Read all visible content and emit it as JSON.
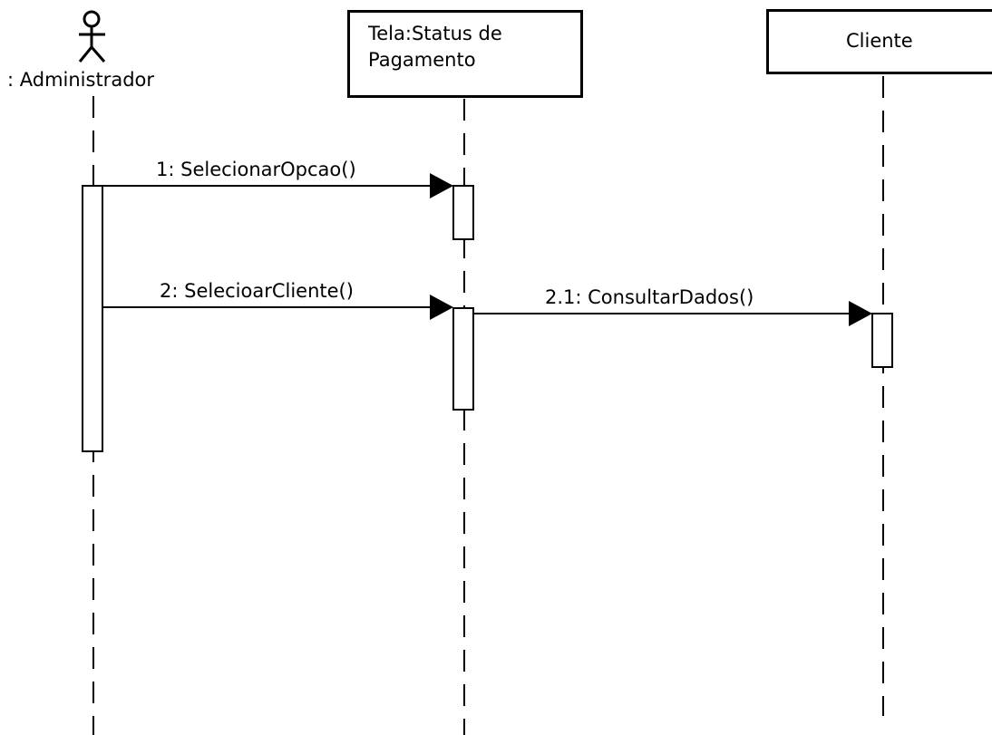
{
  "actor": {
    "label": ": Administrador"
  },
  "objects": [
    {
      "id": "tela",
      "lines": [
        "Tela:Status de",
        "Pagamento"
      ]
    },
    {
      "id": "cliente",
      "lines": [
        "Cliente"
      ]
    }
  ],
  "messages": [
    {
      "number": "1",
      "label": "1: SelecionarOpcao()",
      "from": "Administrador",
      "to": "Tela:Status de Pagamento"
    },
    {
      "number": "2",
      "label": "2: SelecioarCliente()",
      "from": "Administrador",
      "to": "Tela:Status de Pagamento"
    },
    {
      "number": "2.1",
      "label": "2.1: ConsultarDados()",
      "from": "Tela:Status de Pagamento",
      "to": "Cliente"
    }
  ],
  "colors": {
    "stroke": "#000000",
    "background": "#ffffff"
  }
}
